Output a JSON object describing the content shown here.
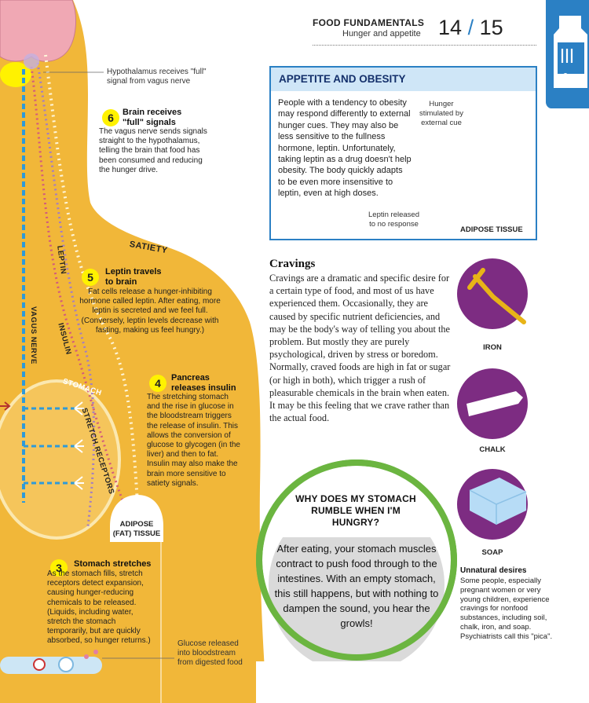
{
  "header": {
    "section": "FOOD FUNDAMENTALS",
    "subsection": "Hunger and appetite",
    "page_left": "14",
    "page_sep": "/",
    "page_right": "15"
  },
  "diagram": {
    "hypothalamus_caption": "Hypothalamus receives \"full\" signal from vagus nerve",
    "labels": {
      "satiety": "SATIETY",
      "leptin": "LEPTIN",
      "insulin": "INSULIN",
      "vagus_nerve": "VAGUS NERVE",
      "stomach": "STOMACH",
      "stretch_receptors": "STRETCH RECEPTORS",
      "adipose": "ADIPOSE (FAT) TISSUE",
      "glucose_caption": "Glucose released into bloodstream from digested food"
    },
    "steps": [
      {
        "num": "6",
        "title": "Brain receives \"full\" signals",
        "body": "The vagus nerve sends signals straight to the hypothalamus, telling the brain that food has been consumed and reducing the hunger drive."
      },
      {
        "num": "5",
        "title": "Leptin travels to brain",
        "body": "Fat cells release a hunger-inhibiting hormone called leptin. After eating, more leptin is secreted and we feel full. (Conversely, leptin levels decrease with fasting, making us feel hungry.)"
      },
      {
        "num": "4",
        "title": "Pancreas releases insulin",
        "body": "The stretching stomach and the rise in glucose in the bloodstream triggers the release of insulin. This allows the conversion of glucose to glycogen (in the liver) and then to fat. Insulin may also make the brain more sensitive to satiety signals."
      },
      {
        "num": "3",
        "title": "Stomach stretches",
        "body": "As the stomach fills, stretch receptors detect expansion, causing hunger-reducing chemicals to be released. (Liquids, including water, stretch the stomach temporarily, but are quickly absorbed, so hunger returns.)"
      }
    ]
  },
  "appetite_box": {
    "title": "APPETITE AND OBESITY",
    "text": "People with a tendency to obesity may respond differently to external hunger cues. They may also be less sensitive to the fullness hormone, leptin. Unfortunately, taking leptin as a drug doesn't help obesity. The body quickly adapts to be even more insensitive to leptin, even at high doses.",
    "hunger_caption": "Hunger stimulated by external cue",
    "leptin_caption": "Leptin released to no response",
    "adipose_label": "ADIPOSE TISSUE"
  },
  "cravings": {
    "title": "Cravings",
    "text": "Cravings are a dramatic and specific desire for a certain type of food, and most of us have experienced them. Occasionally, they are caused by specific nutrient deficiencies, and may be the body's way of telling you about the problem. But mostly they are purely psychological, driven by stress or boredom. Normally, craved foods are high in fat or sugar (or high in both), which trigger a rush of pleasurable chemicals in the brain when eaten. It may be this feeling that we crave rather than the actual food."
  },
  "pica": {
    "items": [
      "IRON",
      "CHALK",
      "SOAP"
    ],
    "title": "Unnatural desires",
    "text": "Some people, especially pregnant women or very young children, experience cravings for nonfood substances, including soil, chalk, iron, and soap. Psychiatrists call this \"pica\"."
  },
  "rumble": {
    "title": "WHY DOES MY STOMACH RUMBLE WHEN I'M HUNGRY?",
    "text": "After eating, your stomach muscles contract to push food through to the intestines. With an empty stomach, this still happens, but with nothing to dampen the sound, you hear the growls!"
  },
  "colors": {
    "body_fill": "#f1b739",
    "brain": "#f0a8b4",
    "accent_blue": "#2b80c4",
    "box_header": "#cfe6f7",
    "pica_purple": "#7d2c82",
    "rumble_ring": "#6bb540",
    "step_badge": "#fff200",
    "vagus_nerve": "#2f9ad8",
    "insulin_dots": "#a37dc2",
    "leptin_dots": "#d25a7c"
  }
}
